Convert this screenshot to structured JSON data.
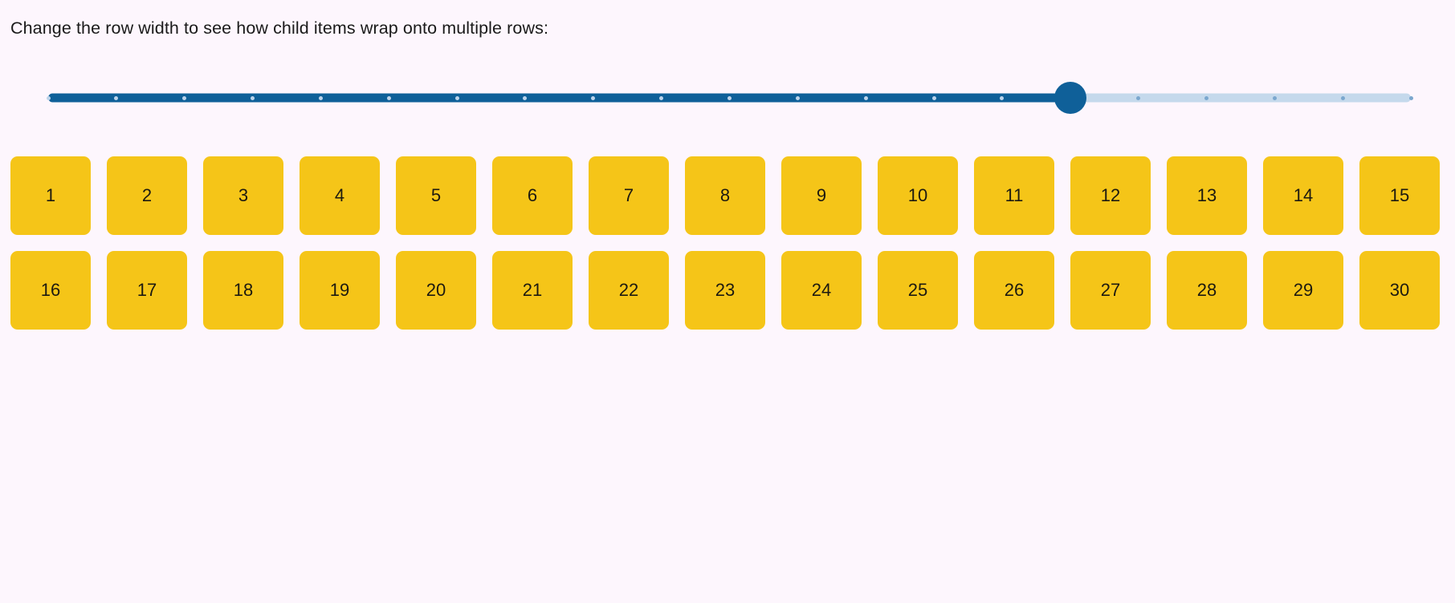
{
  "page": {
    "background_color": "#fdf6fd",
    "instruction": "Change the row width to see how child items wrap onto multiple rows:"
  },
  "slider": {
    "name": "row-width-slider",
    "orientation": "horizontal",
    "value_percent": 75,
    "min": 0,
    "max": 20,
    "value": 15,
    "step": 1,
    "tick_count": 21,
    "filled_color": "#0f6099",
    "unfilled_color": "#c5d9ec",
    "thumb_color": "#0f6099",
    "tick_color_filled": "#bcd3ea",
    "tick_color_unfilled": "#7ba7ce"
  },
  "items": {
    "item_color": "#f5c518",
    "item_text_color": "#1d1a10",
    "per_row": 15,
    "row_count": 2,
    "labels": [
      "1",
      "2",
      "3",
      "4",
      "5",
      "6",
      "7",
      "8",
      "9",
      "10",
      "11",
      "12",
      "13",
      "14",
      "15",
      "16",
      "17",
      "18",
      "19",
      "20",
      "21",
      "22",
      "23",
      "24",
      "25",
      "26",
      "27",
      "28",
      "29",
      "30"
    ]
  }
}
